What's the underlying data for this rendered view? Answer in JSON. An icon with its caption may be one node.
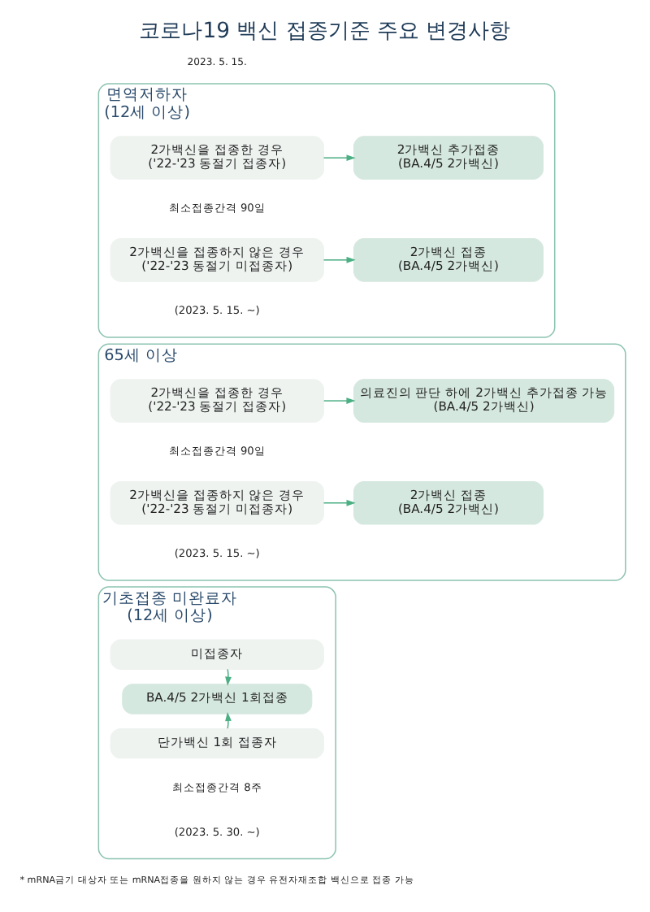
{
  "diagram": {
    "title": "코로나19 백신 접종기준 주요 변경사항",
    "nodes": [
      {
        "text": [
          "면역저하자",
          "(12세 이상)"
        ]
      },
      {
        "text": [
          "2가백신을 접종한 경우",
          "('22-'23 동절기 접종자)"
        ],
        "in": 0
      },
      {
        "text": [
          "2가백신 추가접종",
          "(BA.4/5 2가백신)"
        ],
        "in": 0
      },
      {
        "text": [
          "2가백신을 접종하지 않은 경우",
          "('22-'23 동절기 미접종자)"
        ],
        "in": 0
      },
      {
        "text": [
          "2가백신 접종",
          "(BA.4/5 2가백신)"
        ],
        "in": 0
      },
      {
        "text": [
          "65세 이상"
        ]
      },
      {
        "text": [
          "2가백신을 접종한 경우",
          "('22-'23 동절기 접종자)"
        ],
        "in": 5
      },
      {
        "text": [
          "의료진의 판단 하에 2가백신 추가접종 가능",
          "(BA.4/5 2가백신)"
        ],
        "in": 5
      },
      {
        "text": [
          "2가백신을 접종하지 않은 경우",
          "('22-'23 동절기 미접종자)"
        ],
        "in": 5
      },
      {
        "text": [
          "2가백신 접종",
          "(BA.4/5 2가백신)"
        ],
        "in": 5
      },
      {
        "text": [
          "기초접종 미완료자",
          "(12세 이상)"
        ]
      },
      {
        "text": [
          "미접종자"
        ],
        "in": 10
      },
      {
        "text": [
          "단가백신 1회 접종자"
        ],
        "in": 10
      },
      {
        "text": [
          "BA.4/5 2가백신 1회접종"
        ],
        "in": 10
      }
    ],
    "edges": [
      {
        "from": 1,
        "to": 2,
        "arrow": "to"
      },
      {
        "from": 3,
        "to": 4,
        "arrow": "to"
      },
      {
        "from": 6,
        "to": 7,
        "arrow": "to"
      },
      {
        "from": 8,
        "to": 9,
        "arrow": "to"
      },
      {
        "from": 11,
        "to": 13,
        "arrow": "to"
      },
      {
        "from": 12,
        "to": 13,
        "arrow": "to"
      }
    ],
    "labels": [
      "2023. 5. 15.",
      "최소접종간격 90일",
      "(2023. 5. 15. ~)",
      "최소접종간격 90일",
      "(2023. 5. 15. ~)",
      "최소접종간격 8주",
      "(2023. 5. 30. ~)",
      "* mRNA금기 대상자 또는 mRNA접종을 원하지 않는 경우 유전자재조합 백신으로 접종 가능"
    ]
  }
}
